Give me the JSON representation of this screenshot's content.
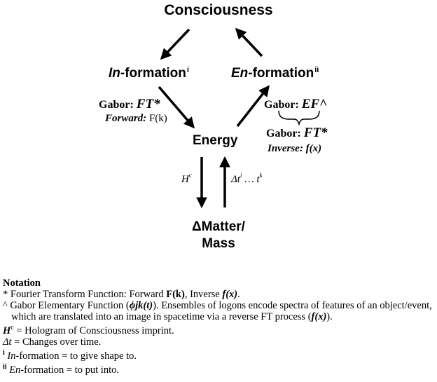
{
  "nodes": {
    "consciousness": "Consciousness",
    "information_prefix": "In",
    "information_rest": "-formation",
    "information_sup": "i",
    "enformation_prefix": "En",
    "enformation_rest": "-formation",
    "enformation_sup": "ii",
    "energy": "Energy",
    "matter_line1": "ΔMatter/",
    "matter_line2": "Mass"
  },
  "labels": {
    "gabor_left_prefix": "Gabor: ",
    "gabor_left_fn": "FT*",
    "forward_prefix": "Forward: ",
    "forward_fn": "F(k)",
    "gabor_right_top_prefix": "Gabor: ",
    "gabor_right_top_fn": "EF^",
    "gabor_right_bottom_prefix": "Gabor: ",
    "gabor_right_bottom_fn": "FT*",
    "inverse": "Inverse: f(x)",
    "hc_base": "H",
    "hc_sup": "c",
    "dt_base": "Δt",
    "dt_sup1": "i",
    "dt_mid": " … t",
    "dt_sup2": "k"
  },
  "notation": {
    "title": "Notation",
    "l1_a": "* Fourier Transform Function: Forward ",
    "l1_b": "F(k)",
    "l1_c": ", Inverse ",
    "l1_d": "f(x)",
    "l1_e": ".",
    "l2_a": "^ Gabor Elementary Function (",
    "l2_b": "ϕjk(t)",
    "l2_c": "). Ensembles of logons encode spectra of features of an object/event, which are translated into an image in spacetime via a reverse FT process (",
    "l2_d": "f(x)",
    "l2_e": ").",
    "l3_a": "H",
    "l3_b": "c",
    "l3_c": " = Hologram of Consciousness imprint.",
    "l4_a": "Δt",
    "l4_b": " = Changes over time.",
    "l5_a": "i",
    "l5_b": " In",
    "l5_c": "-formation = to give shape to.",
    "l6_a": "ii",
    "l6_b": " En",
    "l6_c": "-formation = to put into."
  }
}
